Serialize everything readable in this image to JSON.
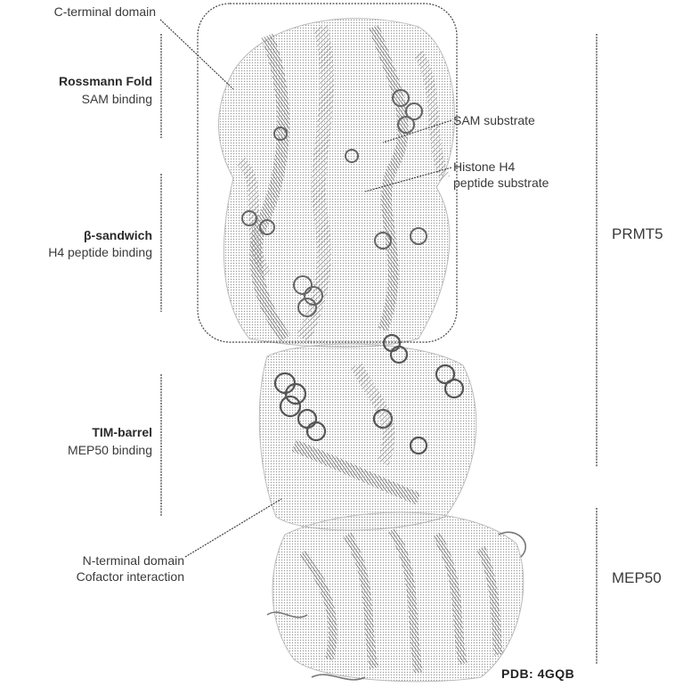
{
  "labels": {
    "c_terminal": "C-terminal domain",
    "rossmann_title": "Rossmann Fold",
    "rossmann_sub": "SAM binding",
    "sandwich_title": "β-sandwich",
    "sandwich_sub": "H4 peptide binding",
    "tim_title": "TIM-barrel",
    "tim_sub": "MEP50 binding",
    "n_terminal_1": "N-terminal domain",
    "n_terminal_2": "Cofactor interaction",
    "sam_substrate": "SAM substrate",
    "histone_1": "Histone H4",
    "histone_2": "peptide substrate",
    "prmt5": "PRMT5",
    "mep50": "MEP50",
    "pdb": "PDB: 4GQB"
  }
}
